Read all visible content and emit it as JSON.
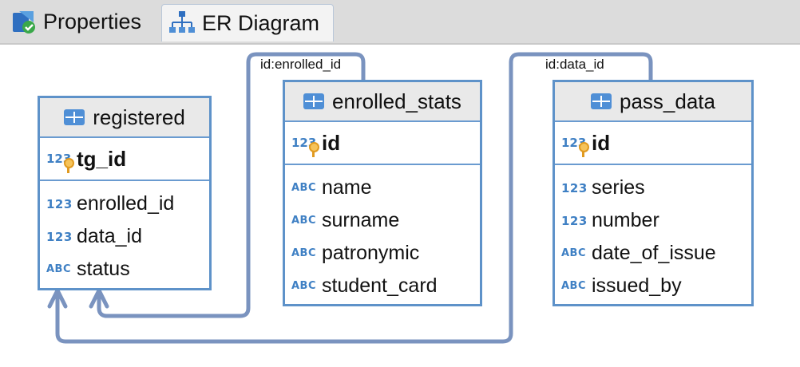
{
  "tabs": [
    {
      "label": "Properties",
      "icon": "properties-icon"
    },
    {
      "label": "ER Diagram",
      "icon": "er-diagram-icon"
    }
  ],
  "entities": {
    "registered": {
      "name": "registered",
      "pk": "tg_id",
      "columns": [
        {
          "type": "123",
          "name": "enrolled_id"
        },
        {
          "type": "123",
          "name": "data_id"
        },
        {
          "type": "ABC",
          "name": "status"
        }
      ]
    },
    "enrolled_stats": {
      "name": "enrolled_stats",
      "pk": "id",
      "columns": [
        {
          "type": "ABC",
          "name": "name"
        },
        {
          "type": "ABC",
          "name": "surname"
        },
        {
          "type": "ABC",
          "name": "patronymic"
        },
        {
          "type": "ABC",
          "name": "student_card"
        }
      ]
    },
    "pass_data": {
      "name": "pass_data",
      "pk": "id",
      "columns": [
        {
          "type": "123",
          "name": "series"
        },
        {
          "type": "123",
          "name": "number"
        },
        {
          "type": "ABC",
          "name": "date_of_issue"
        },
        {
          "type": "ABC",
          "name": "issued_by"
        }
      ]
    }
  },
  "links": [
    {
      "label": "id:enrolled_id",
      "from": "enrolled_stats",
      "to": "registered"
    },
    {
      "label": "id:data_id",
      "from": "pass_data",
      "to": "registered"
    }
  ],
  "badges": {
    "pk": "123",
    "num": "123",
    "text": "ABC"
  },
  "colors": {
    "accent": "#5e92c9",
    "link": "#7a93bf",
    "header_bg": "#e9e9e9"
  }
}
